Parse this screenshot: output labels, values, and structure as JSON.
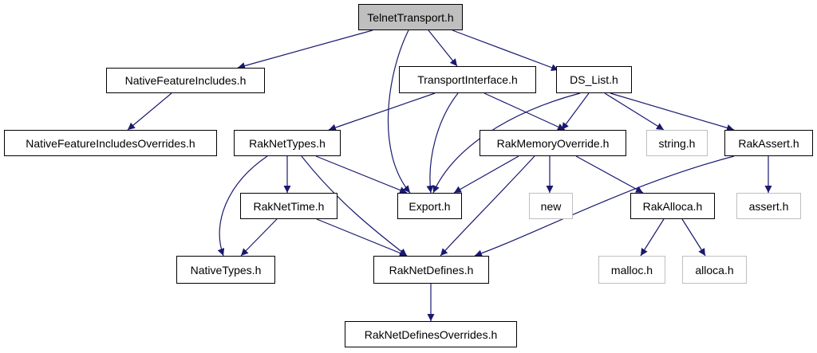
{
  "colors": {
    "edge": "#191970",
    "root_fill": "#bfbfbf",
    "external_border": "#bfbfbf",
    "node_border": "#000000"
  },
  "nodes": {
    "telnet_transport": "TelnetTransport.h",
    "native_feature_includes": "NativeFeatureIncludes.h",
    "transport_interface": "TransportInterface.h",
    "ds_list": "DS_List.h",
    "native_feature_includes_overrides": "NativeFeatureIncludesOverrides.h",
    "raknet_types": "RakNetTypes.h",
    "rak_memory_override": "RakMemoryOverride.h",
    "string_h": "string.h",
    "rak_assert": "RakAssert.h",
    "raknet_time": "RakNetTime.h",
    "export_h": "Export.h",
    "new_h": "new",
    "rak_alloca": "RakAlloca.h",
    "assert_h": "assert.h",
    "native_types": "NativeTypes.h",
    "raknet_defines": "RakNetDefines.h",
    "malloc_h": "malloc.h",
    "alloca_h": "alloca.h",
    "raknet_defines_overrides": "RakNetDefinesOverrides.h"
  },
  "edges": [
    [
      "telnet_transport",
      "native_feature_includes"
    ],
    [
      "telnet_transport",
      "export_h"
    ],
    [
      "telnet_transport",
      "transport_interface"
    ],
    [
      "telnet_transport",
      "ds_list"
    ],
    [
      "native_feature_includes",
      "native_feature_includes_overrides"
    ],
    [
      "transport_interface",
      "raknet_types"
    ],
    [
      "transport_interface",
      "export_h"
    ],
    [
      "transport_interface",
      "rak_memory_override"
    ],
    [
      "ds_list",
      "export_h"
    ],
    [
      "ds_list",
      "rak_memory_override"
    ],
    [
      "ds_list",
      "string_h"
    ],
    [
      "ds_list",
      "rak_assert"
    ],
    [
      "raknet_types",
      "native_types"
    ],
    [
      "raknet_types",
      "raknet_time"
    ],
    [
      "raknet_types",
      "export_h"
    ],
    [
      "raknet_types",
      "raknet_defines"
    ],
    [
      "rak_memory_override",
      "export_h"
    ],
    [
      "rak_memory_override",
      "new_h"
    ],
    [
      "rak_memory_override",
      "rak_alloca"
    ],
    [
      "rak_memory_override",
      "raknet_defines"
    ],
    [
      "rak_assert",
      "raknet_defines"
    ],
    [
      "rak_assert",
      "assert_h"
    ],
    [
      "raknet_time",
      "native_types"
    ],
    [
      "raknet_time",
      "raknet_defines"
    ],
    [
      "rak_alloca",
      "malloc_h"
    ],
    [
      "rak_alloca",
      "alloca_h"
    ],
    [
      "raknet_defines",
      "raknet_defines_overrides"
    ]
  ]
}
